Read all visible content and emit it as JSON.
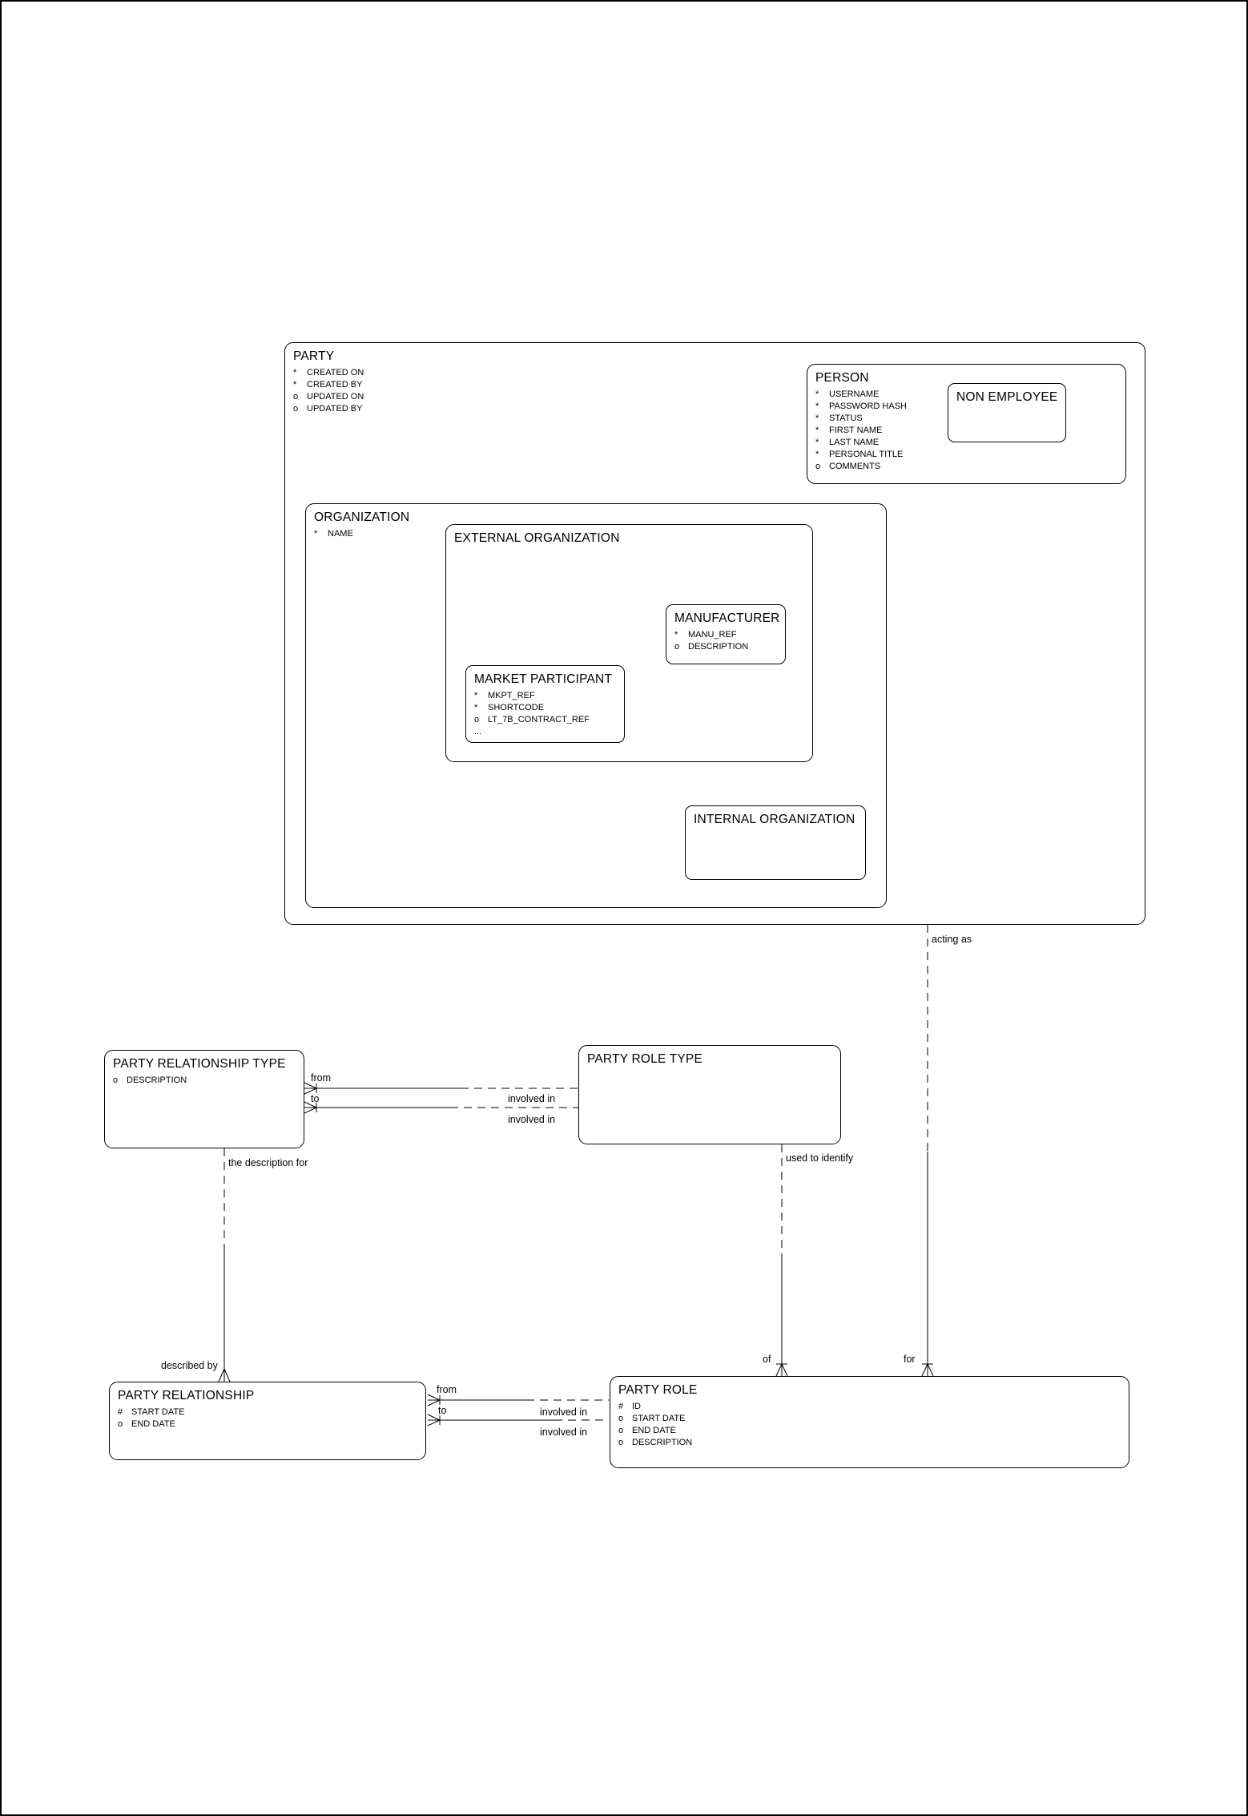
{
  "colors": {
    "line": "#000000",
    "text": "#000000",
    "background": "#ffffff"
  },
  "entities": {
    "party": {
      "title": "PARTY",
      "attrs": [
        {
          "m": "*",
          "n": "CREATED ON"
        },
        {
          "m": "*",
          "n": "CREATED BY"
        },
        {
          "m": "o",
          "n": "UPDATED ON"
        },
        {
          "m": "o",
          "n": "UPDATED BY"
        }
      ]
    },
    "person": {
      "title": "PERSON",
      "attrs": [
        {
          "m": "*",
          "n": "USERNAME"
        },
        {
          "m": "*",
          "n": "PASSWORD HASH"
        },
        {
          "m": "*",
          "n": "STATUS"
        },
        {
          "m": "*",
          "n": "FIRST NAME"
        },
        {
          "m": "*",
          "n": "LAST NAME"
        },
        {
          "m": "*",
          "n": "PERSONAL TITLE"
        },
        {
          "m": "o",
          "n": "COMMENTS"
        }
      ]
    },
    "non_employee": {
      "title": "NON EMPLOYEE",
      "attrs": []
    },
    "organization": {
      "title": "ORGANIZATION",
      "attrs": [
        {
          "m": "*",
          "n": "NAME"
        }
      ]
    },
    "external_organization": {
      "title": "EXTERNAL ORGANIZATION",
      "attrs": []
    },
    "manufacturer": {
      "title": "MANUFACTURER",
      "attrs": [
        {
          "m": "*",
          "n": "MANU_REF"
        },
        {
          "m": "o",
          "n": "DESCRIPTION"
        }
      ]
    },
    "market_participant": {
      "title": "MARKET PARTICIPANT",
      "attrs": [
        {
          "m": "*",
          "n": "MKPT_REF"
        },
        {
          "m": "*",
          "n": "SHORTCODE"
        },
        {
          "m": "o",
          "n": "LT_7B_CONTRACT_REF"
        },
        {
          "m": "...",
          "n": ""
        }
      ]
    },
    "internal_organization": {
      "title": "INTERNAL ORGANIZATION",
      "attrs": []
    },
    "party_relationship_type": {
      "title": "PARTY RELATIONSHIP TYPE",
      "attrs": [
        {
          "m": "o",
          "n": "DESCRIPTION"
        }
      ]
    },
    "party_role_type": {
      "title": "PARTY ROLE TYPE",
      "attrs": []
    },
    "party_relationship": {
      "title": "PARTY RELATIONSHIP",
      "attrs": [
        {
          "m": "#",
          "n": "START DATE"
        },
        {
          "m": "o",
          "n": "END DATE"
        }
      ]
    },
    "party_role": {
      "title": "PARTY ROLE",
      "attrs": [
        {
          "m": "#",
          "n": "ID"
        },
        {
          "m": "o",
          "n": "START DATE"
        },
        {
          "m": "o",
          "n": "END DATE"
        },
        {
          "m": "o",
          "n": "DESCRIPTION"
        }
      ]
    }
  },
  "rel_labels": {
    "acting_as": "acting as",
    "for": "for",
    "used_to_identify": "used to identify",
    "of": "of",
    "the_description_for": "the description for",
    "described_by": "described by",
    "type_from": "from",
    "type_to": "to",
    "type_involved_in_1": "involved in",
    "type_involved_in_2": "involved in",
    "rel_from": "from",
    "rel_to": "to",
    "rel_involved_in_1": "involved in",
    "rel_involved_in_2": "involved in"
  }
}
